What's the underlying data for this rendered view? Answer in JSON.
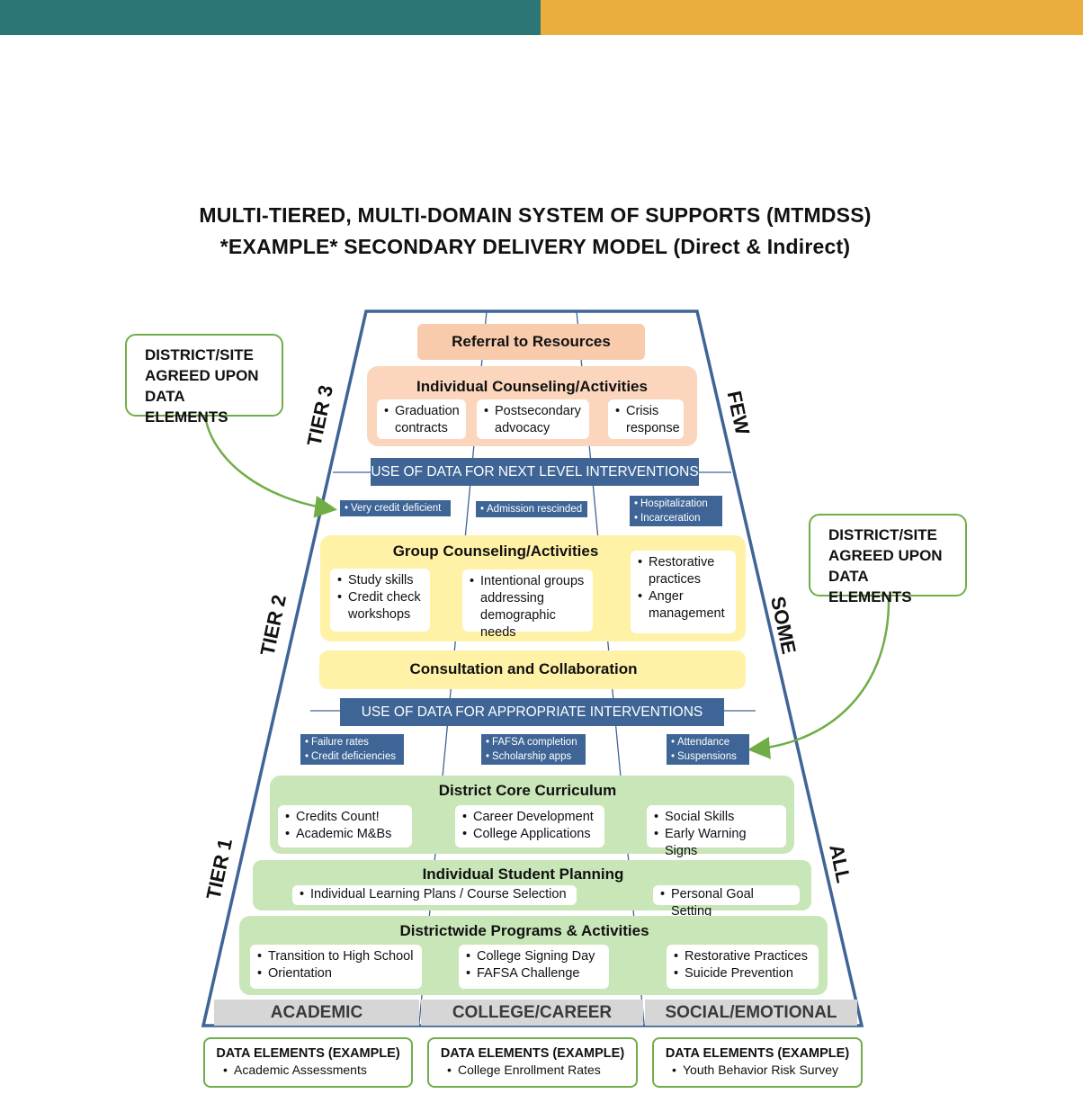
{
  "title": {
    "line1": "MULTI-TIERED, MULTI-DOMAIN SYSTEM OF SUPPORTS (MTMDSS)",
    "line2": "*EXAMPLE* SECONDARY DELIVERY MODEL (Direct & Indirect)"
  },
  "colors": {
    "teal_bar": "#2c7678",
    "gold_bar": "#e9ae3d",
    "pyramid_outline": "#3e6596",
    "data_band": "#3e6596",
    "tier3_fill": "#f8cbad",
    "tier2_fill": "#fff1a6",
    "tier1_fill": "#c9e6b8",
    "callout_border": "#70ad47"
  },
  "tiers": {
    "tier3": "TIER 3",
    "tier2": "TIER 2",
    "tier1": "TIER 1"
  },
  "reach": {
    "few": "FEW",
    "some": "SOME",
    "all": "ALL"
  },
  "callouts": {
    "left": [
      "DISTRICT/SITE",
      "AGREED UPON",
      "DATA ELEMENTS"
    ],
    "right": [
      "DISTRICT/SITE",
      "AGREED UPON",
      "DATA ELEMENTS"
    ]
  },
  "tier3": {
    "referral": "Referral to Resources",
    "individual_title": "Individual Counseling/Activities",
    "items": [
      [
        "Graduation",
        "contracts"
      ],
      [
        "Postsecondary",
        "advocacy"
      ],
      [
        "Crisis",
        "response"
      ]
    ]
  },
  "band_next": "USE OF DATA FOR NEXT LEVEL INTERVENTIONS",
  "tier2_tags": {
    "academic": [
      "Very credit deficient"
    ],
    "college": [
      "Admission rescinded"
    ],
    "social": [
      "Hospitalization",
      "Incarceration"
    ]
  },
  "tier2": {
    "group_title": "Group Counseling/Activities",
    "col1": [
      "Study skills",
      "Credit check workshops"
    ],
    "col2": [
      "Intentional groups addressing demographic needs"
    ],
    "col3": [
      "Restorative practices",
      "Anger management"
    ],
    "consult": "Consultation and Collaboration"
  },
  "band_appropriate": "USE OF DATA FOR APPROPRIATE INTERVENTIONS",
  "tier1_tags": {
    "academic": [
      "Failure rates",
      "Credit deficiencies"
    ],
    "college": [
      "FAFSA completion",
      "Scholarship apps"
    ],
    "social": [
      "Attendance",
      "Suspensions"
    ]
  },
  "tier1": {
    "core_title": "District Core Curriculum",
    "core_col1": [
      "Credits Count!",
      "Academic M&Bs"
    ],
    "core_col2": [
      "Career Development",
      "College Applications"
    ],
    "core_col3": [
      "Social Skills",
      "Early Warning Signs"
    ],
    "planning_title": "Individual Student Planning",
    "planning_col1": [
      "Individual Learning Plans / Course Selection"
    ],
    "planning_col2": [
      "Personal Goal Setting"
    ],
    "programs_title": "Districtwide Programs & Activities",
    "programs_col1": [
      "Transition to High School",
      "Orientation"
    ],
    "programs_col2": [
      "College Signing Day",
      "FAFSA Challenge"
    ],
    "programs_col3": [
      "Restorative Practices",
      "Suicide Prevention"
    ]
  },
  "domains": [
    "ACADEMIC",
    "COLLEGE/CAREER",
    "SOCIAL/EMOTIONAL"
  ],
  "data_elements": [
    {
      "title": "DATA ELEMENTS (EXAMPLE)",
      "item": "Academic Assessments"
    },
    {
      "title": "DATA ELEMENTS (EXAMPLE)",
      "item": "College Enrollment Rates"
    },
    {
      "title": "DATA ELEMENTS (EXAMPLE)",
      "item": "Youth Behavior Risk Survey"
    }
  ]
}
